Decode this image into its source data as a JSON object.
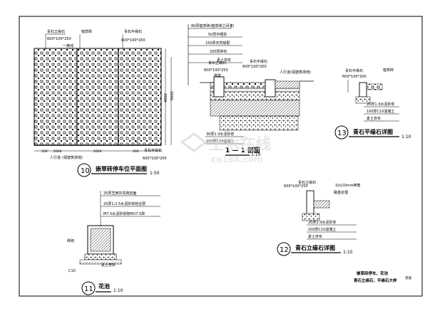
{
  "drawing": {
    "d10": {
      "num": "10",
      "title": "嵌草砖停车位平面图",
      "scale": "1:50",
      "lbl_stone_left": "青石立缘石",
      "lbl_stone_left_dim": "600*100*250",
      "lbl_grass": "植草砖",
      "lbl_stone_right": "青石平缘石",
      "lbl_stone_right_dim": "600*100*200",
      "lbl_bracket": "一黄线",
      "lbl_walk": "人行道",
      "lbl_walk_note": "(视建筑场地)",
      "lbl_bottom_stone": "青石平缘石",
      "lbl_bottom_dim": "600*100*200",
      "dim_4800": "4800",
      "dim_5000": "5000",
      "dim_b1": "200",
      "dim_b2": "2000",
      "dim_b3": "2000",
      "dim_b4": "200",
      "lbl_b": "B"
    },
    "d1": {
      "title": "1 — 1 剖面",
      "scale": "1:10",
      "layers": [
        "80厚植草砖(植草砖之间灌)",
        "50厚中粗砂",
        "150厚天然级配",
        "200厚碎石",
        "素土夯实"
      ],
      "lbl_left_stone": "青石立缘石",
      "lbl_left_dim": "600*100*250",
      "lbl_grass": "植草",
      "lbl_right_stone": "青石平缘石",
      "lbl_right_dim": "600*100*200",
      "lbl_walk": "人行道(视建筑场地)",
      "lbl_mortar": "30厚1:3水泥砂浆",
      "lbl_concrete": "100厚C10混凝土"
    },
    "d13": {
      "num": "13",
      "title": "青石平缘石详图",
      "scale": "1:10",
      "lbl_top": "青石平缘石",
      "lbl_dim": "600*100*200",
      "lbl_side": "植草砖",
      "lbl_m1": "20厚1:3水泥砂浆",
      "lbl_m2": "100厚C10混凝土",
      "lbl_m3": "素土夯实"
    },
    "d11": {
      "num": "11",
      "title": "花池",
      "scale": "1:10",
      "notes": [
        "25厚芝麻灰花岗岩面",
        "20厚1:2.5水泥砂浆结合层",
        "M7.5水泥砂浆砌MU7.5砖"
      ],
      "lbl_left": "砖砌",
      "lbl_c10": "C10",
      "lbl_bottom": "素土夯实"
    },
    "d12": {
      "num": "12",
      "title": "青石立缘石详图",
      "scale": "1:10",
      "lbl_top": "青石立缘石",
      "lbl_dim": "600*100*250",
      "lbl_joint": "10x10mm倒角",
      "lbl_side": "路基处理",
      "lbl_m1": "20厚1:3水泥砂浆",
      "lbl_m2": "100厚C10混凝土",
      "lbl_m3": "素土夯实"
    },
    "titleblock": {
      "line1": "嵌草砖停车、花池",
      "line2": "青石立缘石、平缘石大样",
      "sheet": "景施"
    },
    "watermark": {
      "cn": "土木在线",
      "en": "co188.com"
    }
  }
}
